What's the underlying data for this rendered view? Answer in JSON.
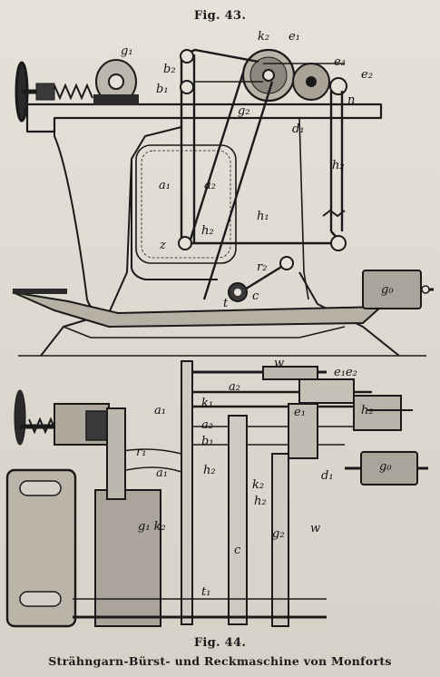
{
  "figures": {
    "top": {
      "label": "Fig. 43.",
      "part_labels": {
        "g1": "g₁",
        "b2": "b₂",
        "b1": "b₁",
        "k2": "k₂",
        "e1": "e₁",
        "e3": "e₃",
        "e2": "e₂",
        "n": "n",
        "g2": "g₂",
        "d1": "d₁",
        "h2_right": "h₂",
        "a1": "a₁",
        "a2": "a₂",
        "h1": "h₁",
        "z": "z",
        "h2_bottom": "h₂",
        "c": "c",
        "t": "t",
        "r2": "r₂",
        "g0": "g₀"
      }
    },
    "bottom": {
      "label": "Fig. 44.",
      "part_labels": {
        "w_top": "w",
        "e1_e2": "e₁e₂",
        "a2": "a₂",
        "a1_top": "a₁",
        "k1": "k₁",
        "e1": "e₁",
        "h2_right": "h₂",
        "a2_mid": "a₂",
        "b1": "b₁",
        "r1": "r₁",
        "a1_mid": "a₁",
        "h2_mid": "h₂",
        "k2": "k₂",
        "d1": "d₁",
        "g0": "g₀",
        "g1_k2": "g₁ k₂",
        "c": "c",
        "g2": "g₂",
        "w_bottom": "w",
        "h2_low": "h₂",
        "t1": "t₁"
      }
    }
  },
  "caption": {
    "title": "Strähngarn-Bürst- und Reckmaschine von Monforts"
  }
}
